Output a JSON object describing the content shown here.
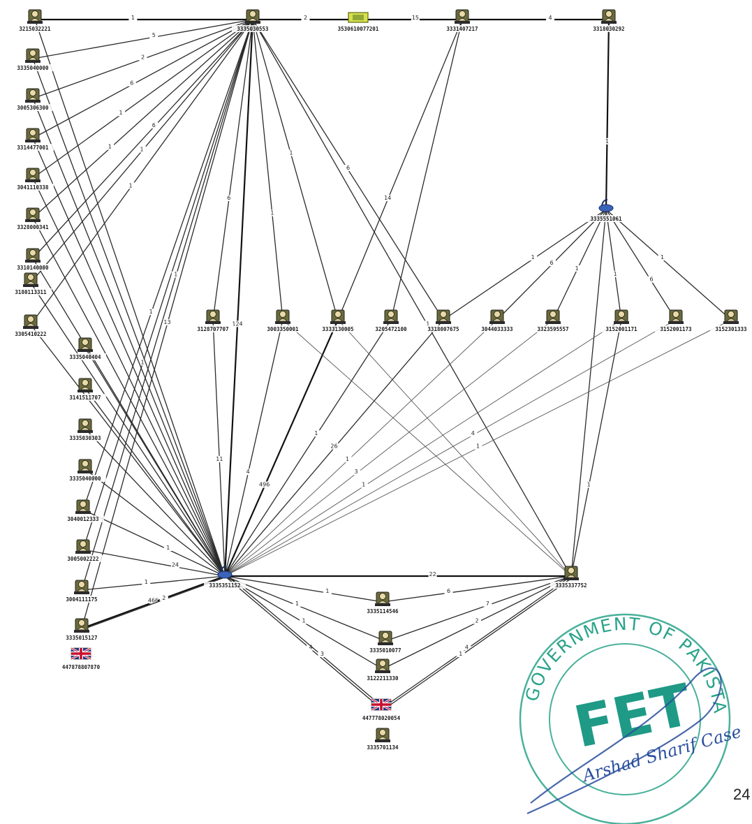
{
  "page_number": "24",
  "stamp": {
    "ring_text": "GOVERNMENT OF PAKISTAN",
    "emblem": "FET",
    "signature": "Arshad Sharif Case"
  },
  "nodes": [
    {
      "id": "n1",
      "label": "3215032221",
      "type": "person"
    },
    {
      "id": "hub1",
      "label": "3335030553",
      "type": "person"
    },
    {
      "id": "dev1",
      "label": "3530610077201",
      "type": "device"
    },
    {
      "id": "n3",
      "label": "3331407217",
      "type": "person"
    },
    {
      "id": "n4",
      "label": "3318030292",
      "type": "person"
    },
    {
      "id": "l1",
      "label": "3335040000",
      "type": "person"
    },
    {
      "id": "l2",
      "label": "3005306300",
      "type": "person"
    },
    {
      "id": "l3",
      "label": "3314477001",
      "type": "person"
    },
    {
      "id": "l4",
      "label": "3041110338",
      "type": "person"
    },
    {
      "id": "l5",
      "label": "3328000341",
      "type": "person"
    },
    {
      "id": "l6",
      "label": "3310140000",
      "type": "person"
    },
    {
      "id": "l7",
      "label": "3180113311",
      "type": "person"
    },
    {
      "id": "l8",
      "label": "3305410222",
      "type": "person"
    },
    {
      "id": "hubR",
      "label": "3335551061",
      "type": "phone"
    },
    {
      "id": "m1",
      "label": "3128707707",
      "type": "person"
    },
    {
      "id": "m2",
      "label": "3003350001",
      "type": "person"
    },
    {
      "id": "m3",
      "label": "3333130005",
      "type": "person"
    },
    {
      "id": "m4",
      "label": "3205472100",
      "type": "person"
    },
    {
      "id": "m5",
      "label": "3318007675",
      "type": "person"
    },
    {
      "id": "m6",
      "label": "3044033333",
      "type": "person"
    },
    {
      "id": "m7",
      "label": "3323595557",
      "type": "person"
    },
    {
      "id": "m8",
      "label": "3152001171",
      "type": "person"
    },
    {
      "id": "m9",
      "label": "3152001173",
      "type": "person"
    },
    {
      "id": "m10",
      "label": "3152301333",
      "type": "person"
    },
    {
      "id": "c1",
      "label": "3335040404",
      "type": "person"
    },
    {
      "id": "c2",
      "label": "3141511707",
      "type": "person"
    },
    {
      "id": "c3",
      "label": "3335030303",
      "type": "person"
    },
    {
      "id": "c4",
      "label": "3335040000",
      "type": "person"
    },
    {
      "id": "c5",
      "label": "3040012333",
      "type": "person"
    },
    {
      "id": "c6",
      "label": "3005002222",
      "type": "person"
    },
    {
      "id": "c7",
      "label": "3004111175",
      "type": "person"
    },
    {
      "id": "c8",
      "label": "3335015127",
      "type": "person"
    },
    {
      "id": "uk1",
      "label": "447878807870",
      "type": "uk-flag"
    },
    {
      "id": "hubL",
      "label": "3335351152",
      "type": "phone"
    },
    {
      "id": "hubBR",
      "label": "3335337752",
      "type": "person"
    },
    {
      "id": "b1",
      "label": "3335114546",
      "type": "person"
    },
    {
      "id": "b2",
      "label": "3335010077",
      "type": "person"
    },
    {
      "id": "b3",
      "label": "3122211330",
      "type": "person"
    },
    {
      "id": "uk2",
      "label": "447778020054",
      "type": "uk-flag"
    },
    {
      "id": "b4",
      "label": "3335701134",
      "type": "person"
    }
  ],
  "edges": [
    {
      "from": "n1",
      "to": "hub1",
      "label": "1",
      "w": "thick"
    },
    {
      "from": "hub1",
      "to": "dev1",
      "label": "2",
      "w": "thick"
    },
    {
      "from": "dev1",
      "to": "n3",
      "label": "15",
      "w": "thick"
    },
    {
      "from": "n3",
      "to": "n4",
      "label": "4",
      "w": "thick"
    },
    {
      "from": "n4",
      "to": "hubR",
      "label": "1",
      "w": "thick"
    },
    {
      "from": "hub1",
      "to": "l1",
      "label": "5",
      "w": "normal"
    },
    {
      "from": "hub1",
      "to": "l2",
      "label": "2",
      "w": "normal"
    },
    {
      "from": "hub1",
      "to": "l3",
      "label": "6",
      "w": "normal"
    },
    {
      "from": "hub1",
      "to": "l4",
      "label": "1",
      "w": "normal"
    },
    {
      "from": "hub1",
      "to": "l5",
      "label": "1",
      "w": "normal"
    },
    {
      "from": "hub1",
      "to": "l6",
      "label": "6",
      "w": "normal"
    },
    {
      "from": "hub1",
      "to": "l7",
      "label": "1",
      "w": "normal"
    },
    {
      "from": "hub1",
      "to": "l8",
      "label": "1",
      "w": "normal"
    },
    {
      "from": "hub1",
      "to": "c5",
      "label": "1",
      "w": "normal"
    },
    {
      "from": "hub1",
      "to": "c6",
      "label": "1",
      "w": "normal"
    },
    {
      "from": "hub1",
      "to": "c7",
      "label": "1",
      "w": "normal"
    },
    {
      "from": "hub1",
      "to": "c8",
      "label": "13",
      "w": "normal"
    },
    {
      "from": "hub1",
      "to": "hubL",
      "label": "124",
      "w": "thick"
    },
    {
      "from": "hub1",
      "to": "m1",
      "label": "6",
      "w": "normal"
    },
    {
      "from": "hub1",
      "to": "m2",
      "label": "1",
      "w": "normal"
    },
    {
      "from": "hub1",
      "to": "m3",
      "label": "1",
      "w": "normal"
    },
    {
      "from": "hub1",
      "to": "m5",
      "label": "6",
      "w": "normal"
    },
    {
      "from": "hub1",
      "to": "hubBR",
      "label": "1",
      "w": "normal"
    },
    {
      "from": "n3",
      "to": "m3",
      "label": "14",
      "w": "normal"
    },
    {
      "from": "n3",
      "to": "m4",
      "label": "",
      "w": "normal"
    },
    {
      "from": "hubR",
      "to": "m5",
      "label": "1",
      "w": "normal"
    },
    {
      "from": "hubR",
      "to": "m6",
      "label": "6",
      "w": "normal"
    },
    {
      "from": "hubR",
      "to": "m7",
      "label": "1",
      "w": "normal"
    },
    {
      "from": "hubR",
      "to": "m8",
      "label": "1",
      "w": "normal"
    },
    {
      "from": "hubR",
      "to": "m9",
      "label": "6",
      "w": "normal"
    },
    {
      "from": "hubR",
      "to": "m10",
      "label": "1",
      "w": "normal"
    },
    {
      "from": "hubR",
      "to": "hubBR",
      "label": "",
      "w": "normal"
    },
    {
      "from": "m1",
      "to": "hubL",
      "label": "11",
      "w": "normal"
    },
    {
      "from": "m2",
      "to": "hubL",
      "label": "4",
      "w": "normal"
    },
    {
      "from": "m3",
      "to": "hubL",
      "label": "496",
      "w": "thick"
    },
    {
      "from": "m4",
      "to": "hubL",
      "label": "1",
      "w": "normal"
    },
    {
      "from": "m5",
      "to": "hubL",
      "label": "26",
      "w": "normal"
    },
    {
      "from": "m6",
      "to": "hubL",
      "label": "1",
      "w": "thin"
    },
    {
      "from": "m7",
      "to": "hubL",
      "label": "3",
      "w": "thin"
    },
    {
      "from": "m8",
      "to": "hubL",
      "label": "1",
      "w": "thin"
    },
    {
      "from": "m9",
      "to": "hubL",
      "label": "4",
      "w": "thin"
    },
    {
      "from": "m10",
      "to": "hubL",
      "label": "1",
      "w": "thin"
    },
    {
      "from": "m2",
      "to": "hubBR",
      "label": "",
      "w": "thin"
    },
    {
      "from": "m3",
      "to": "hubBR",
      "label": "",
      "w": "thin"
    },
    {
      "from": "m8",
      "to": "hubBR",
      "label": "1",
      "w": "normal"
    },
    {
      "from": "n1",
      "to": "hubL",
      "label": "",
      "w": "normal"
    },
    {
      "from": "l1",
      "to": "hubL",
      "label": "",
      "w": "normal"
    },
    {
      "from": "l2",
      "to": "hubL",
      "label": "",
      "w": "normal"
    },
    {
      "from": "l3",
      "to": "hubL",
      "label": "",
      "w": "normal"
    },
    {
      "from": "l4",
      "to": "hubL",
      "label": "",
      "w": "normal"
    },
    {
      "from": "l5",
      "to": "hubL",
      "label": "",
      "w": "normal"
    },
    {
      "from": "l6",
      "to": "hubL",
      "label": "",
      "w": "normal"
    },
    {
      "from": "l7",
      "to": "hubL",
      "label": "",
      "w": "normal"
    },
    {
      "from": "l8",
      "to": "hubL",
      "label": "",
      "w": "normal"
    },
    {
      "from": "c1",
      "to": "hubL",
      "label": "",
      "w": "normal"
    },
    {
      "from": "c2",
      "to": "hubL",
      "label": "",
      "w": "normal"
    },
    {
      "from": "c3",
      "to": "hubL",
      "label": "",
      "w": "normal"
    },
    {
      "from": "c4",
      "to": "hubL",
      "label": "",
      "w": "normal"
    },
    {
      "from": "c5",
      "to": "hubL",
      "label": "1",
      "w": "normal"
    },
    {
      "from": "c6",
      "to": "hubL",
      "label": "24",
      "w": "normal"
    },
    {
      "from": "c7",
      "to": "hubL",
      "label": "1",
      "w": "normal"
    },
    {
      "from": "c8",
      "to": "hubL",
      "label": "466",
      "w": "thick"
    },
    {
      "from": "c8",
      "to": "hubL",
      "label": "2",
      "w": "normal"
    },
    {
      "from": "hubL",
      "to": "hubBR",
      "label": "22",
      "w": "thick"
    },
    {
      "from": "hubL",
      "to": "b1",
      "label": "1",
      "w": "normal"
    },
    {
      "from": "hubL",
      "to": "b2",
      "label": "1",
      "w": "normal"
    },
    {
      "from": "hubL",
      "to": "b3",
      "label": "1",
      "w": "normal"
    },
    {
      "from": "hubL",
      "to": "uk2",
      "label": "4",
      "w": "normal"
    },
    {
      "from": "hubL",
      "to": "uk2",
      "label": "3",
      "w": "normal"
    },
    {
      "from": "hubBR",
      "to": "b1",
      "label": "6",
      "w": "normal"
    },
    {
      "from": "hubBR",
      "to": "b2",
      "label": "7",
      "w": "normal"
    },
    {
      "from": "hubBR",
      "to": "b3",
      "label": "2",
      "w": "normal"
    },
    {
      "from": "hubBR",
      "to": "uk2",
      "label": "4",
      "w": "normal"
    },
    {
      "from": "hubBR",
      "to": "uk2",
      "label": "1",
      "w": "normal"
    }
  ]
}
